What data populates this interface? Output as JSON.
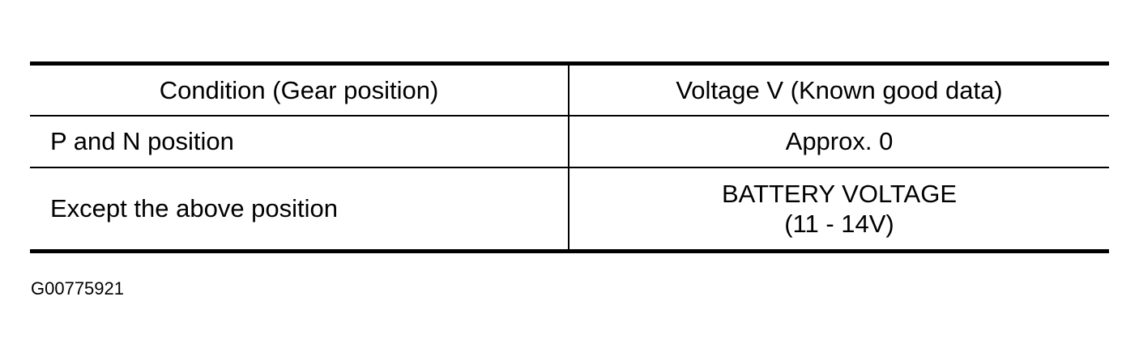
{
  "table": {
    "headers": [
      "Condition (Gear position)",
      "Voltage V (Known good data)"
    ],
    "rows": [
      {
        "condition": "P and N position",
        "voltage": [
          "Approx. 0"
        ]
      },
      {
        "condition": "Except the above position",
        "voltage": [
          "BATTERY VOLTAGE",
          "(11 - 14V)"
        ]
      }
    ]
  },
  "figure_code": "G00775921"
}
